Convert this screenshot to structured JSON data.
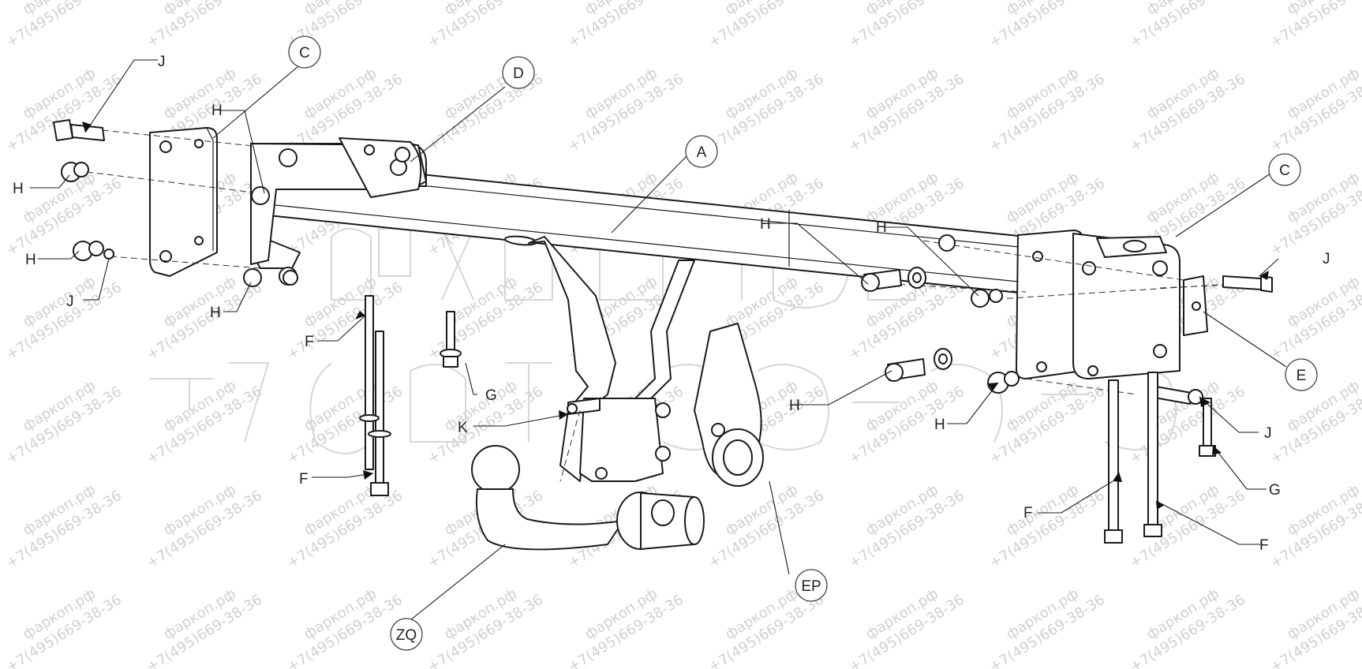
{
  "watermark": {
    "line1": "фаркоп.рф",
    "line2": "+7(495)669-38-36"
  },
  "callouts": {
    "a": "A",
    "c_left": "C",
    "c_right": "C",
    "d": "D",
    "e": "E",
    "ep": "EP",
    "zq": "ZQ"
  },
  "labels": {
    "j_top_left": "J",
    "j_left": "J",
    "j_right_top": "J",
    "j_right": "J",
    "h_left_top": "H",
    "h_left_mid": "H",
    "h_left_low": "H",
    "h_left_bottom": "H",
    "h_center_1": "H",
    "h_center_2": "H",
    "h_center_3": "H",
    "h_center_4": "H",
    "f_left_top": "F",
    "f_left_bottom": "F",
    "f_right_1": "F",
    "f_right_2": "F",
    "g_center": "G",
    "g_right": "G",
    "k": "K"
  }
}
